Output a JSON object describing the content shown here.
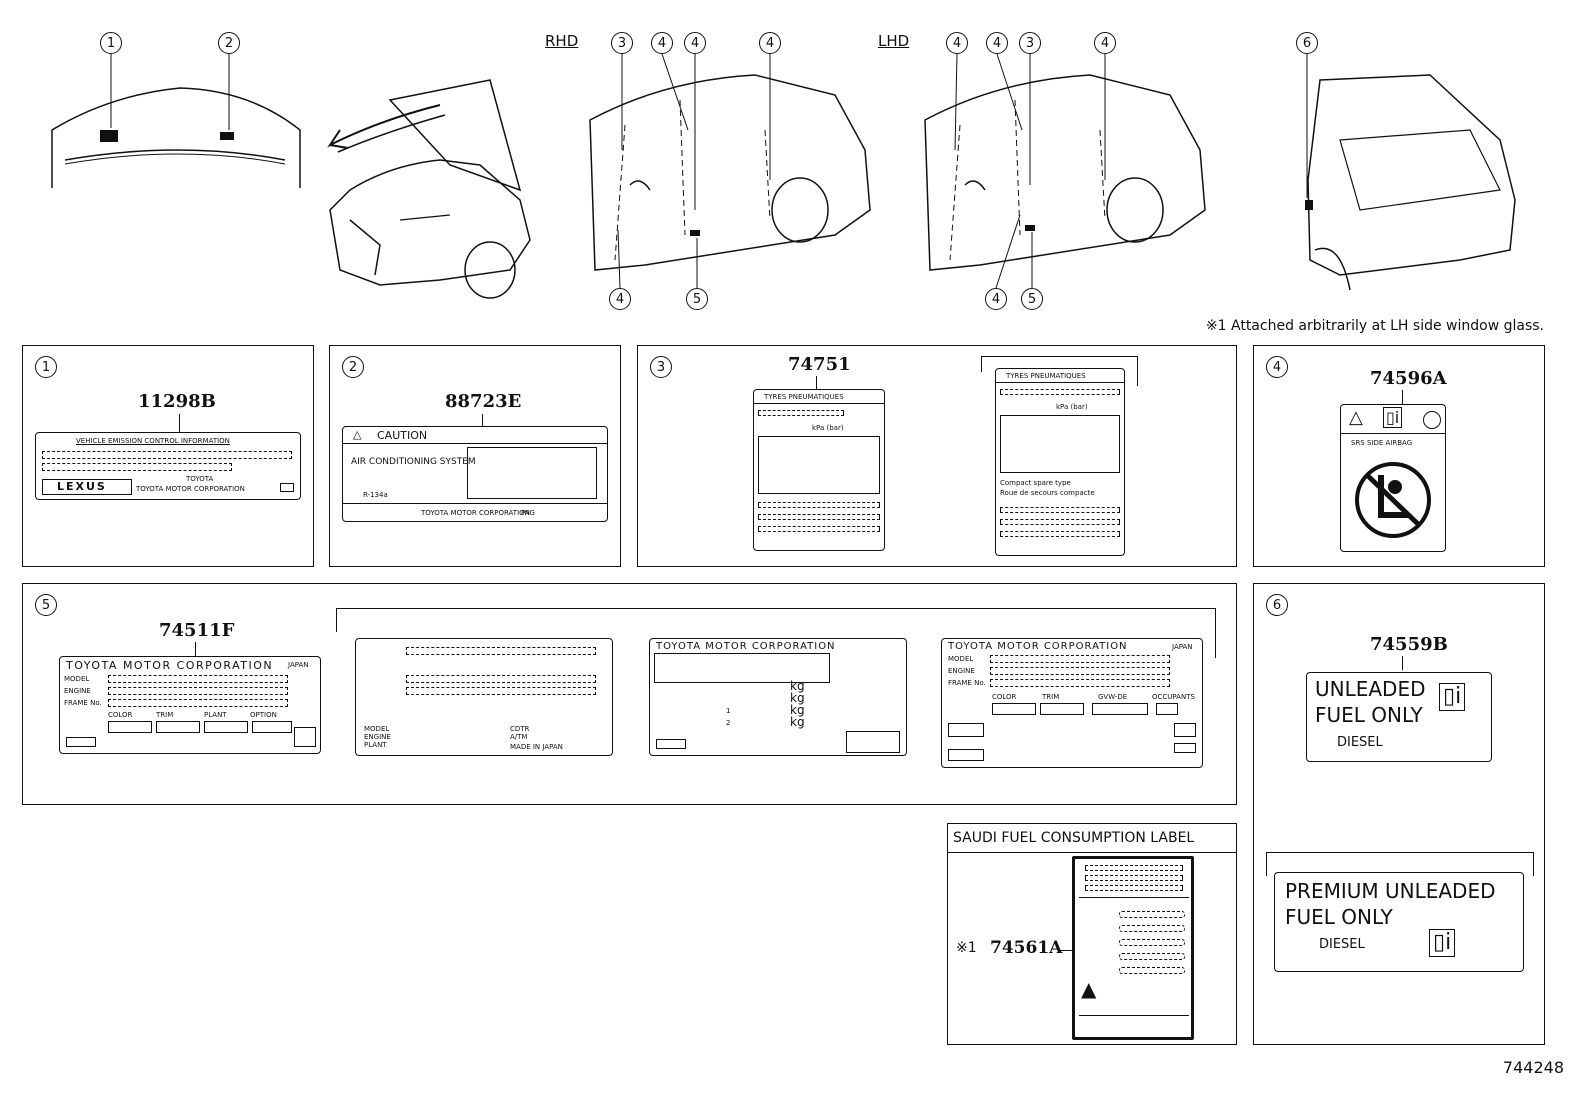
{
  "header": {
    "rhd": "RHD",
    "lhd": "LHD",
    "note": "※1  Attached arbitrarily at LH side window glass."
  },
  "callouts": {
    "c1": "1",
    "c2": "2",
    "c3": "3",
    "c4": "4",
    "c5": "5",
    "c6": "6"
  },
  "panels": {
    "p1": {
      "num": "1",
      "part": "11298B",
      "title": "VEHICLE EMISSION CONTROL INFORMATION",
      "brand": "LEXUS",
      "maker": "TOYOTA",
      "maker_full": "TOYOTA MOTOR CORPORATION"
    },
    "p2": {
      "num": "2",
      "part": "88723E",
      "caution": "CAUTION",
      "system": "AIR CONDITIONING SYSTEM",
      "refrigerant": "R-134a",
      "maker": "TOYOTA MOTOR CORPORATION",
      "pag": "PAG"
    },
    "p3": {
      "num": "3",
      "part": "74751",
      "tyres": "TYRES PNEUMATIQUES",
      "kpa": "kPa (bar)",
      "compact": "Compact spare type",
      "roue": "Roue de secours compacte"
    },
    "p4": {
      "num": "4",
      "part": "74596A",
      "airbag": "SRS  SIDE  AIRBAG"
    },
    "p5": {
      "num": "5",
      "part": "74511F",
      "maker": "TOYOTA MOTOR CORPORATION",
      "japan": "JAPAN",
      "model": "MODEL",
      "engine": "ENGINE",
      "frame": "FRAME No.",
      "color": "COLOR",
      "trim": "TRIM",
      "plant": "PLANT",
      "option": "OPTION",
      "model2": "MODEL",
      "engine2": "ENGINE",
      "plant2": "PLANT",
      "cdtr": "CDTR",
      "atm": "A/TM",
      "made": "MADE  IN  JAPAN",
      "kg": "kg",
      "one": "1",
      "two": "2",
      "gvwr": "GVW-DE",
      "occupants": "OCCUPANTS"
    },
    "p6": {
      "num": "6",
      "part": "74559B",
      "unleaded": "UNLEADED",
      "fuel_only": "FUEL ONLY",
      "diesel": "DIESEL",
      "premium": "PREMIUM  UNLEADED",
      "fuel_only2": "FUEL  ONLY"
    },
    "saudi": {
      "title": "SAUDI FUEL CONSUMPTION LABEL",
      "mark": "※1",
      "part": "74561A"
    }
  },
  "footer": {
    "code": "744248"
  }
}
